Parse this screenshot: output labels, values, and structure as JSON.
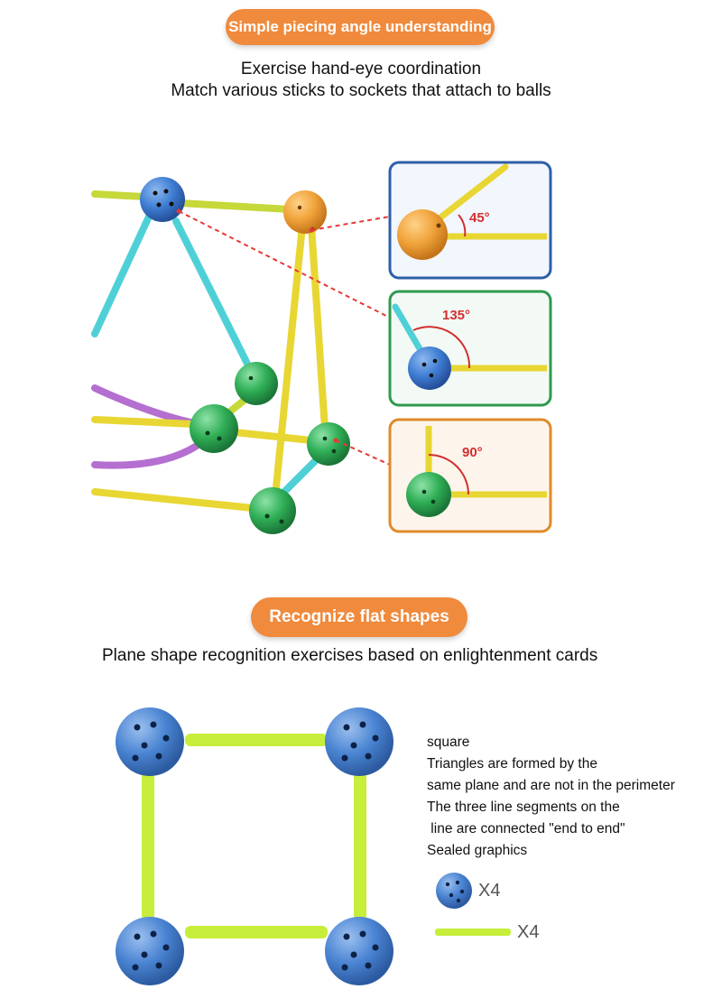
{
  "section1": {
    "badge": "Simple piecing angle understanding",
    "lines": [
      "Exercise hand-eye coordination",
      "Match various sticks to sockets that attach to balls"
    ],
    "angles": [
      "45°",
      "135°",
      "90°"
    ],
    "colors": {
      "box45": "#2d5fa8",
      "box135": "#2e9a4f",
      "box90": "#e08a2a"
    }
  },
  "section2": {
    "badge": "Recognize flat shapes",
    "subtitle": "Plane shape recognition exercises based on enlightenment cards",
    "description": [
      "square",
      "Triangles are formed by the",
      "same plane and are not in the perimeter",
      "The three line segments on the",
      " line are connected \"end to end\"",
      "Sealed graphics"
    ],
    "ball_qty": "X4",
    "stick_qty": "X4"
  },
  "colors": {
    "accent": "#f08a3c",
    "ball_blue": "#3f7ed4",
    "ball_green": "#2fae56",
    "ball_orange": "#f0a33a",
    "stick_yellow": "#e8d633",
    "stick_cyan": "#4fd0d6",
    "stick_lime": "#c6ee3a",
    "arc_purple": "#b46fd0"
  }
}
